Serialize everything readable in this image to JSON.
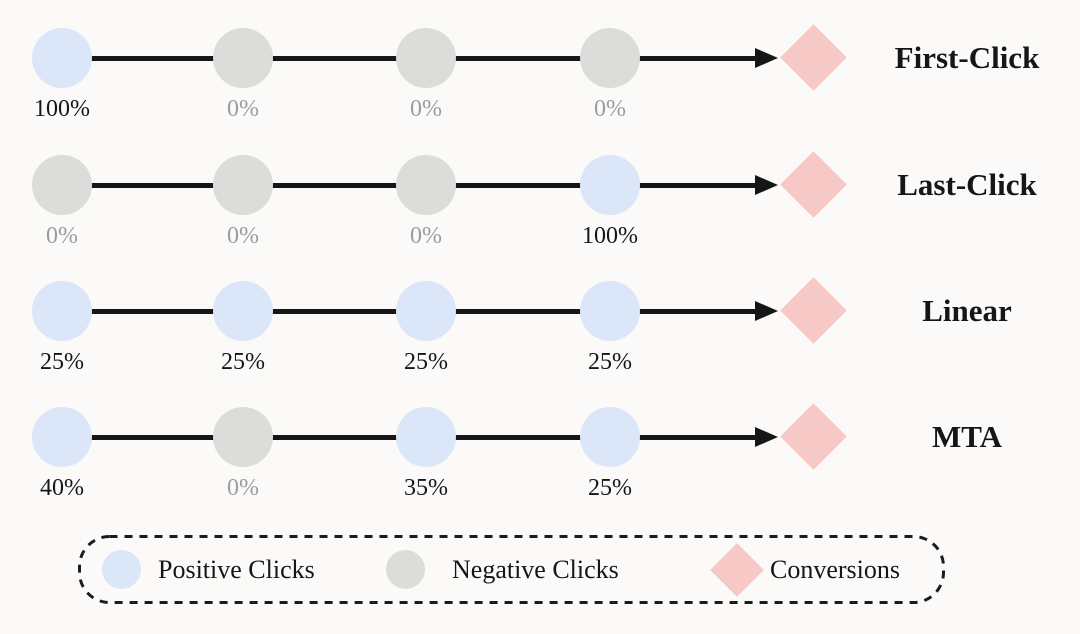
{
  "colors": {
    "positive_click": "#dbe6f8",
    "negative_click": "#dcdcda",
    "conversion": "#f6c8c6",
    "arrow": "#161616",
    "credit_text": "#161616",
    "credit_zero_text": "#9c9c9c",
    "background": "#fbfaf8"
  },
  "rows": [
    {
      "label": "First-Click",
      "nodes": [
        {
          "type": "positive",
          "credit": "100%"
        },
        {
          "type": "negative",
          "credit": "0%"
        },
        {
          "type": "negative",
          "credit": "0%"
        },
        {
          "type": "negative",
          "credit": "0%"
        }
      ]
    },
    {
      "label": "Last-Click",
      "nodes": [
        {
          "type": "negative",
          "credit": "0%"
        },
        {
          "type": "negative",
          "credit": "0%"
        },
        {
          "type": "negative",
          "credit": "0%"
        },
        {
          "type": "positive",
          "credit": "100%"
        }
      ]
    },
    {
      "label": "Linear",
      "nodes": [
        {
          "type": "positive",
          "credit": "25%"
        },
        {
          "type": "positive",
          "credit": "25%"
        },
        {
          "type": "positive",
          "credit": "25%"
        },
        {
          "type": "positive",
          "credit": "25%"
        }
      ]
    },
    {
      "label": "MTA",
      "nodes": [
        {
          "type": "positive",
          "credit": "40%"
        },
        {
          "type": "negative",
          "credit": "0%"
        },
        {
          "type": "positive",
          "credit": "35%"
        },
        {
          "type": "positive",
          "credit": "25%"
        }
      ]
    }
  ],
  "legend": {
    "items": [
      {
        "symbol": "circle",
        "type": "positive",
        "label": "Positive Clicks"
      },
      {
        "symbol": "circle",
        "type": "negative",
        "label": "Negative Clicks"
      },
      {
        "symbol": "diamond",
        "type": "conversion",
        "label": "Conversions"
      }
    ]
  }
}
